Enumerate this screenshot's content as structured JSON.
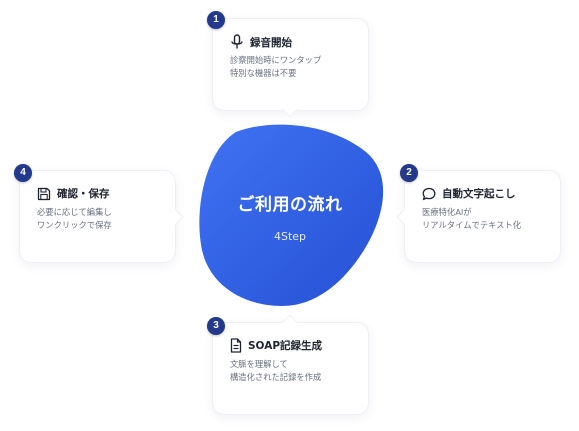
{
  "center": {
    "title": "ご利用の流れ",
    "subtitle": "4Step"
  },
  "colors": {
    "blob_light": "#3a6cf0",
    "blob_dark": "#2a55d8",
    "badge": "#233a8c",
    "icon": "#1f2430"
  },
  "steps": [
    {
      "number": "1",
      "icon": "microphone-icon",
      "title": "録音開始",
      "desc": [
        "診察開始時にワンタップ",
        "特別な機器は不要"
      ]
    },
    {
      "number": "2",
      "icon": "chat-bubble-icon",
      "title": "自動文字起こし",
      "desc": [
        "医療特化AIが",
        "リアルタイムでテキスト化"
      ]
    },
    {
      "number": "3",
      "icon": "document-icon",
      "title": "SOAP記録生成",
      "desc": [
        "文脈を理解して",
        "構造化された記録を作成"
      ]
    },
    {
      "number": "4",
      "icon": "save-icon",
      "title": "確認・保存",
      "desc": [
        "必要に応じて編集し",
        "ワンクリックで保存"
      ]
    }
  ]
}
